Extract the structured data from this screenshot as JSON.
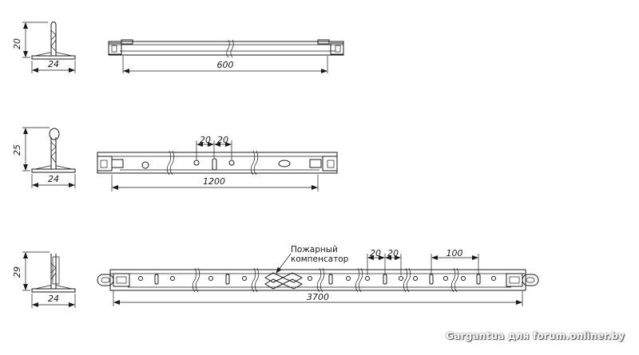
{
  "profile_600": {
    "section_height": "20",
    "section_width": "24",
    "length": "600"
  },
  "profile_1200": {
    "section_height": "25",
    "section_width": "24",
    "length": "1200",
    "hole_spacing_1": "20",
    "hole_spacing_2": "20"
  },
  "profile_3700": {
    "section_height": "29",
    "section_width": "24",
    "length": "3700",
    "hole_spacing_1": "20",
    "hole_spacing_2": "20",
    "hole_pitch": "100",
    "callout_line1": "Пожарный",
    "callout_line2": "компенсатор"
  },
  "watermark": "Gargantua для forum.onliner.by"
}
